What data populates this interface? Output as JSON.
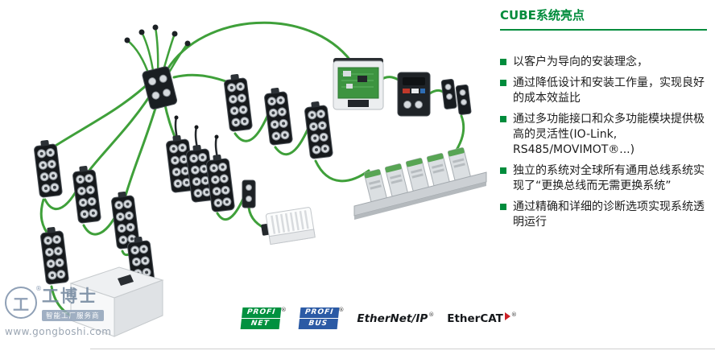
{
  "highlights": {
    "title": "CUBE系统亮点",
    "accent_color": "#008c3c",
    "items": [
      "以客户为导向的安装理念，",
      "通过降低设计和安装工作量，实现良好的成本效益比",
      "通过多功能接口和众多功能模块提供极高的灵活性(IO-Link, RS485/MOVIMOT®...)",
      "独立的系统对全球所有通用总线系统实现了“更换总线而无需更换系统”",
      "通过精确和详细的诊断选项实现系统透明运行"
    ]
  },
  "diagram": {
    "cable_color": "#3fa03a",
    "logos": {
      "profinet": {
        "line1": "PROFI",
        "line2": "NET",
        "color": "#00913f",
        "reg": "®"
      },
      "profibus": {
        "line1": "PROFI",
        "line2": "BUS",
        "color": "#2b5aa5",
        "reg": "®"
      },
      "ethernet_ip": {
        "label": "EtherNet/IP",
        "reg": "®"
      },
      "ethercat": {
        "label": "EtherCAT",
        "reg": "®"
      }
    },
    "watermark": {
      "seal_glyph": "工",
      "reg": "®",
      "brand": "工博士",
      "tagline": "智能工厂服务商",
      "url": "www.gongboshi.com"
    }
  }
}
